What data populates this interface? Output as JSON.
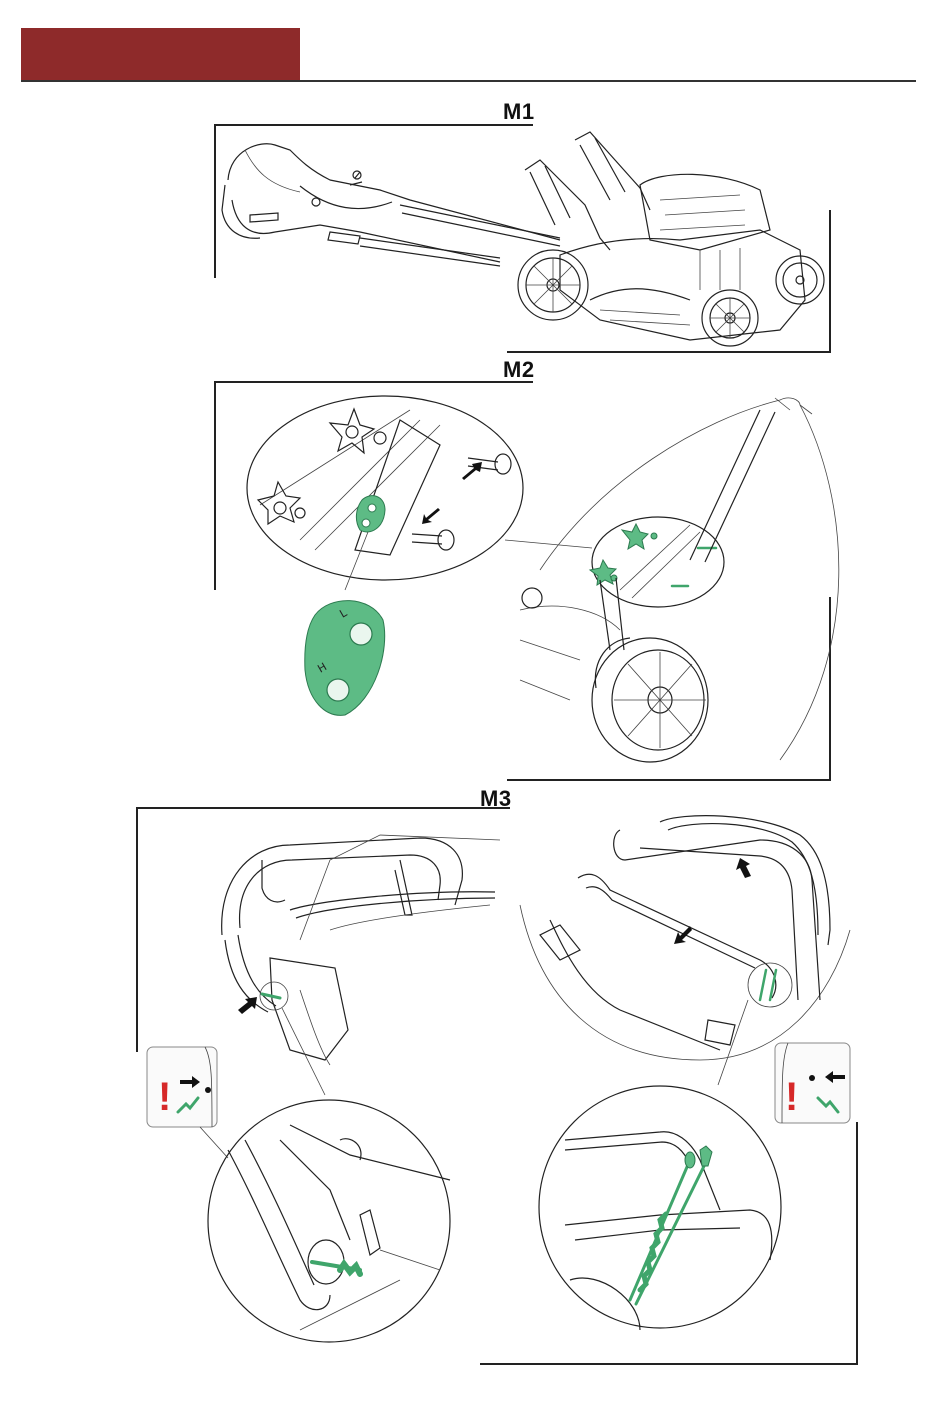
{
  "header": {
    "accent_color": "#8e2a2a"
  },
  "steps": {
    "m1": {
      "label": "M1"
    },
    "m2": {
      "label": "M2",
      "height_plate_marks": {
        "low": "L",
        "high": "H"
      }
    },
    "m3": {
      "label": "M3",
      "warning_symbol": "!"
    }
  },
  "colors": {
    "highlight_green": "#5dbb85",
    "warning_red": "#d62828",
    "line_art": "#222222"
  },
  "icons": [
    "arrow-icon",
    "warning-icon",
    "cable-clip-icon",
    "star-knob-icon",
    "bolt-icon"
  ]
}
